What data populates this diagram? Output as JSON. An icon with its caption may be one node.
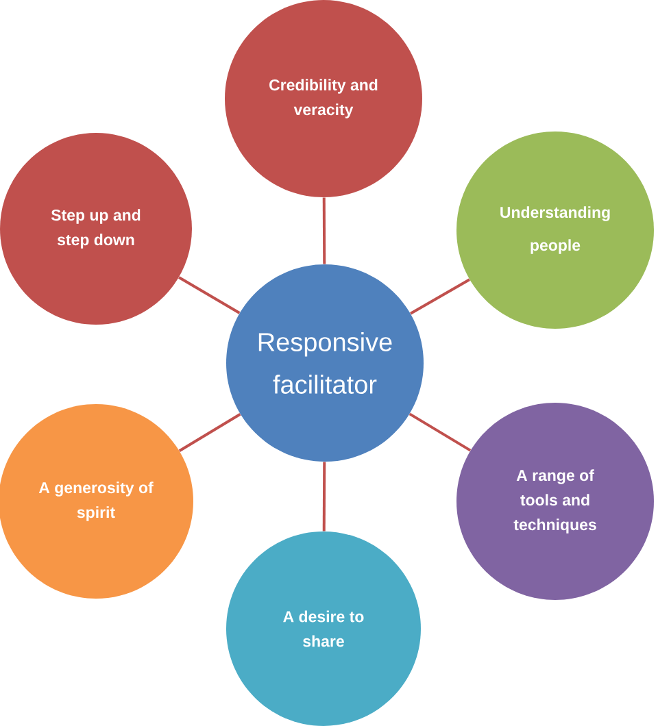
{
  "diagram": {
    "nodes": [
      {
        "text": [
          "Responsive facilitator"
        ]
      },
      {
        "text": [
          "Credibility and veracity"
        ]
      },
      {
        "text": [
          "Understanding people"
        ]
      },
      {
        "text": [
          "A range of tools and techniques"
        ]
      },
      {
        "text": [
          "A desire to share"
        ]
      },
      {
        "text": [
          "A generosity of spirit"
        ]
      },
      {
        "text": [
          "Step up and step down"
        ]
      }
    ],
    "edges": [
      {
        "from": 0,
        "to": 1,
        "arrow": "none"
      },
      {
        "from": 0,
        "to": 2,
        "arrow": "none"
      },
      {
        "from": 0,
        "to": 3,
        "arrow": "none"
      },
      {
        "from": 0,
        "to": 4,
        "arrow": "none"
      },
      {
        "from": 0,
        "to": 5,
        "arrow": "none"
      },
      {
        "from": 0,
        "to": 6,
        "arrow": "none"
      }
    ]
  }
}
